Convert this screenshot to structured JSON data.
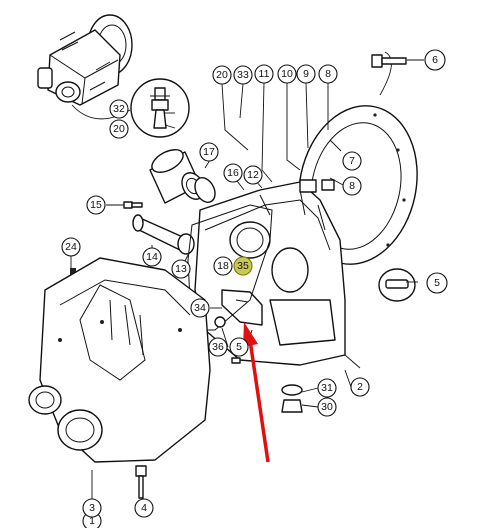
{
  "diagram": {
    "highlight_color": "#c8c85a",
    "arrow_color": "#e01010",
    "callouts": [
      {
        "id": "c6",
        "label": "6"
      },
      {
        "id": "c20a",
        "label": "20"
      },
      {
        "id": "c33",
        "label": "33"
      },
      {
        "id": "c11",
        "label": "11"
      },
      {
        "id": "c10",
        "label": "10"
      },
      {
        "id": "c9",
        "label": "9"
      },
      {
        "id": "c8a",
        "label": "8"
      },
      {
        "id": "c32",
        "label": "32"
      },
      {
        "id": "c20b",
        "label": "20"
      },
      {
        "id": "c17",
        "label": "17"
      },
      {
        "id": "c7",
        "label": "7"
      },
      {
        "id": "c16",
        "label": "16"
      },
      {
        "id": "c12",
        "label": "12"
      },
      {
        "id": "c8b",
        "label": "8"
      },
      {
        "id": "c15",
        "label": "15"
      },
      {
        "id": "c24",
        "label": "24"
      },
      {
        "id": "c14",
        "label": "14"
      },
      {
        "id": "c13",
        "label": "13"
      },
      {
        "id": "c18",
        "label": "18"
      },
      {
        "id": "c35",
        "label": "35",
        "highlighted": true
      },
      {
        "id": "c5a",
        "label": "5"
      },
      {
        "id": "c34",
        "label": "34"
      },
      {
        "id": "c36",
        "label": "36"
      },
      {
        "id": "c5b",
        "label": "5"
      },
      {
        "id": "c1",
        "label": "1"
      },
      {
        "id": "c31",
        "label": "31"
      },
      {
        "id": "c2",
        "label": "2"
      },
      {
        "id": "c30",
        "label": "30"
      },
      {
        "id": "c3",
        "label": "3"
      },
      {
        "id": "c4",
        "label": "4"
      }
    ]
  }
}
